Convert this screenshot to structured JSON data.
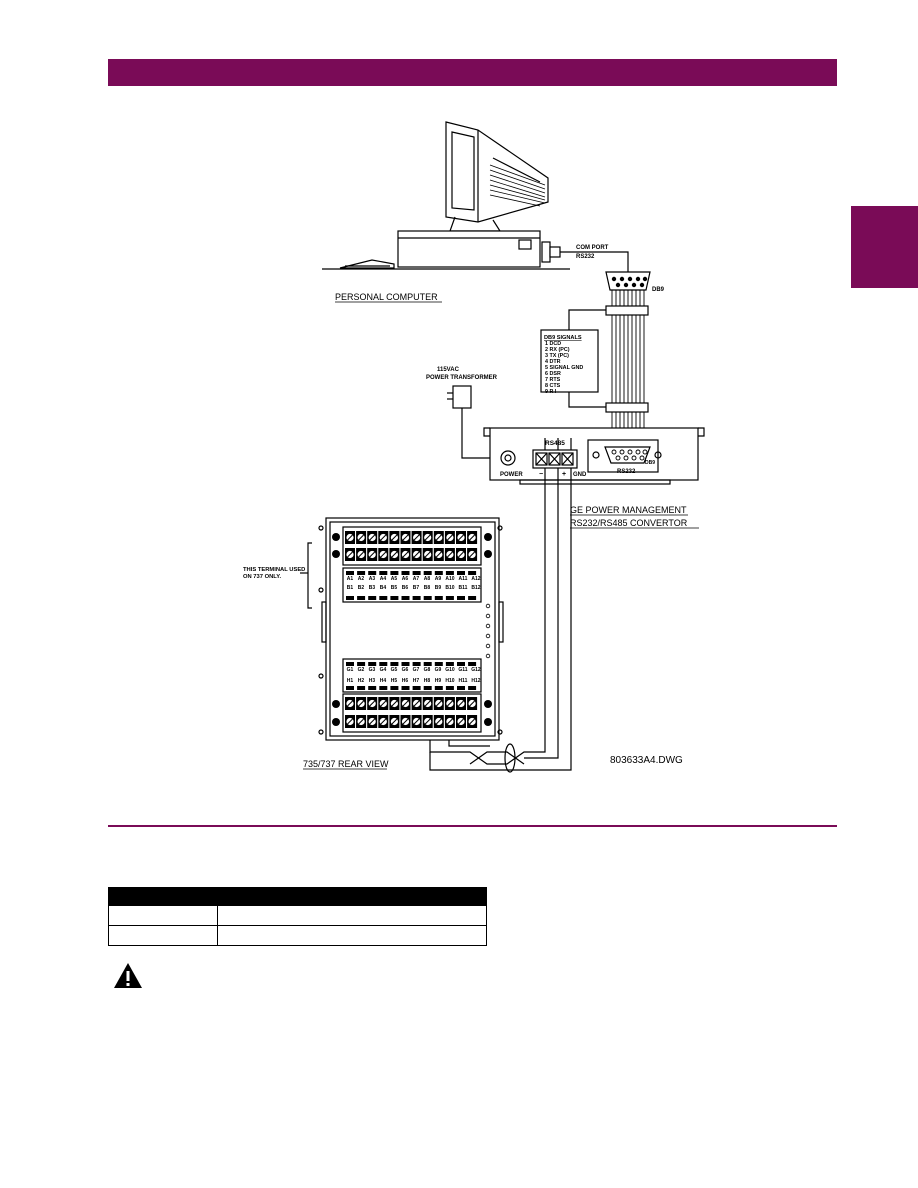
{
  "diagram": {
    "personal_computer_label": "PERSONAL COMPUTER",
    "com_port_label": "COM PORT",
    "rs232_label": "RS232",
    "db9_label": "DB9",
    "db9_signals_title": "DB9 SIGNALS",
    "db9_signals": [
      "1 DCD",
      "2 RX (PC)",
      "3 TX (PC)",
      "4 DTR",
      "5 SIGNAL GND",
      "6 DSR",
      "7 RTS",
      "8 CTS",
      "9 R I"
    ],
    "transformer_label_1": "115VAC",
    "transformer_label_2": "POWER TRANSFORMER",
    "rs485_label": "RS485",
    "power_label": "POWER",
    "minus_label": "−",
    "plus_label": "+",
    "gnd_label": "GND",
    "convertor_rs232_label": "RS232",
    "convertor_db9_label": "DB9",
    "convertor_title_1": "GE POWER MANAGEMENT",
    "convertor_title_2": "RS232/RS485 CONVERTOR",
    "terminal_note_1": "THIS TERMINAL USED",
    "terminal_note_2": "ON 737 ONLY.",
    "terminals_a": [
      "A1",
      "A2",
      "A3",
      "A4",
      "A5",
      "A6",
      "A7",
      "A8",
      "A9",
      "A10",
      "A11",
      "A12"
    ],
    "terminals_b": [
      "B1",
      "B2",
      "B3",
      "B4",
      "B5",
      "B6",
      "B7",
      "B8",
      "B9",
      "B10",
      "B11",
      "B12"
    ],
    "terminals_g": [
      "G1",
      "G2",
      "G3",
      "G4",
      "G5",
      "G6",
      "G7",
      "G8",
      "G9",
      "G10",
      "G11",
      "G12"
    ],
    "terminals_h": [
      "H1",
      "H2",
      "H3",
      "H4",
      "H5",
      "H6",
      "H7",
      "H8",
      "H9",
      "H10",
      "H11",
      "H12"
    ],
    "rear_view_label": "735/737 REAR VIEW",
    "drawing_number": "803633A4.DWG"
  },
  "table": {
    "header": [
      "",
      ""
    ],
    "rows": [
      [
        "",
        ""
      ],
      [
        "",
        ""
      ]
    ]
  },
  "colors": {
    "accent": "#7a0b57"
  },
  "icons": {
    "warning": "warning-triangle-icon"
  }
}
